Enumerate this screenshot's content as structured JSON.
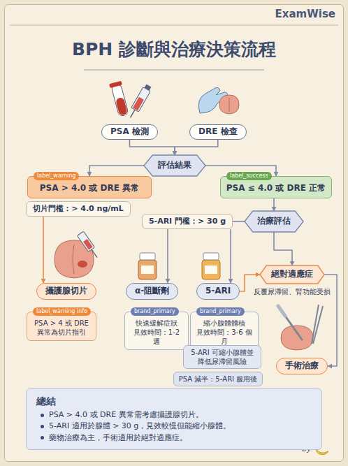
{
  "diagram": {
    "title": "BPH 診斷與治療決策流程",
    "nodes": [
      {
        "text": [
          "PSA 檢測"
        ]
      },
      {
        "text": [
          "DRE 檢查"
        ]
      },
      {
        "text": [
          "評估結果"
        ]
      },
      {
        "text": [
          "label_warning",
          "PSA > 4.0 或 DRE 異常"
        ]
      },
      {
        "text": [
          "label_success",
          "PSA ≤ 4.0 或 DRE 正常"
        ]
      },
      {
        "text": [
          "切片門檻：> 4.0 ng/mL"
        ]
      },
      {
        "text": [
          "治療評估"
        ]
      },
      {
        "text": [
          "5-ARI 門檻：> 30 g"
        ]
      },
      {
        "text": [
          "攝護腺切片"
        ]
      },
      {
        "text": [
          "label_warning info",
          "PSA > 4 或 DRE 異常為切片指引"
        ]
      },
      {
        "text": [
          "α-阻斷劑"
        ]
      },
      {
        "text": [
          "5-ARI"
        ]
      },
      {
        "text": [
          "絕對適應症",
          "反覆尿滯留、腎功能受損"
        ]
      },
      {
        "text": [
          "brand_primary",
          "快速緩解症狀",
          "見效時間：1-2 週"
        ]
      },
      {
        "text": [
          "brand_primary",
          "縮小腺體體積",
          "見效時間：3-6 個月"
        ]
      },
      {
        "text": [
          "手術治療"
        ]
      },
      {
        "text": [
          "5-ARI 可縮小腺體並降低尿滯留風險"
        ]
      },
      {
        "text": [
          "PSA 減半：5-ARI 服用後"
        ]
      },
      {
        "text": [
          "總結",
          "PSA > 4.0 或 DRE 異常需考慮攝護腺切片。",
          "5-ARI 適用於腺體 > 30 g，見效較慢但能縮小腺體。",
          "藥物治療為主，手術適用於絕對適應症。"
        ]
      }
    ],
    "edges": [
      {
        "from": 0,
        "to": 2,
        "arrow": "to"
      },
      {
        "from": 1,
        "to": 2,
        "arrow": "to"
      },
      {
        "from": 2,
        "to": 3,
        "arrow": "to"
      },
      {
        "from": 2,
        "to": 4,
        "arrow": "to"
      },
      {
        "from": 5,
        "to": 8,
        "arrow": "to"
      },
      {
        "from": 4,
        "to": 6,
        "arrow": "to"
      },
      {
        "from": 6,
        "to": 7,
        "arrow": "none"
      },
      {
        "from": 7,
        "to": 10,
        "arrow": "to"
      },
      {
        "from": 7,
        "to": 11,
        "arrow": "to"
      },
      {
        "from": 6,
        "to": 12,
        "arrow": "to"
      },
      {
        "from": 11,
        "to": 12,
        "arrow": "to"
      },
      {
        "from": 12,
        "to": 15,
        "arrow": "to"
      }
    ],
    "labels": [
      "ExamWise",
      "by"
    ]
  }
}
